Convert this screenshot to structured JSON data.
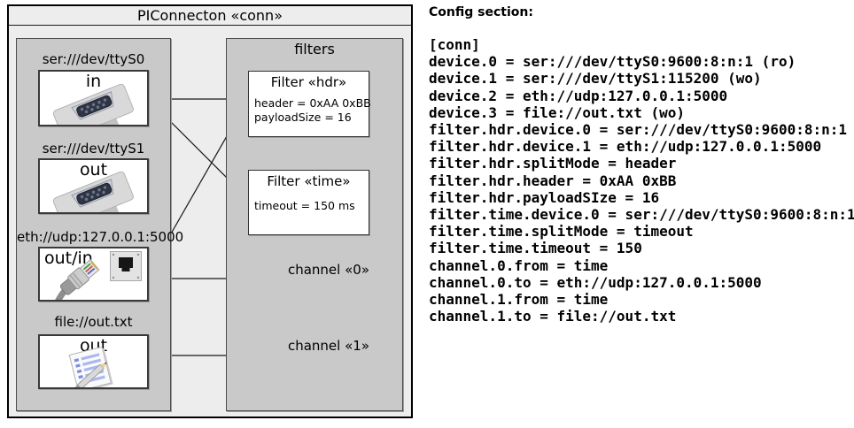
{
  "diagram": {
    "title": "PIConnecton «conn»",
    "devices": [
      {
        "label": "ser:///dev/ttyS0",
        "port": "in",
        "icon": "serial-connector"
      },
      {
        "label": "ser:///dev/ttyS1",
        "port": "out",
        "icon": "serial-connector"
      },
      {
        "label": "eth://udp:127.0.0.1:5000",
        "port": "out/in",
        "icon": "ethernet-connector"
      },
      {
        "label": "file://out.txt",
        "port": "out",
        "icon": "notepad"
      }
    ],
    "filters_panel": {
      "title": "filters",
      "filters": [
        {
          "title": "Filter «hdr»",
          "properties": [
            "header = 0xAA 0xBB",
            "payloadSize = 16"
          ]
        },
        {
          "title": "Filter «time»",
          "properties": [
            "timeout = 150 ms"
          ]
        }
      ]
    },
    "channels": [
      {
        "label": "channel «0»"
      },
      {
        "label": "channel «1»"
      }
    ]
  },
  "config": {
    "heading": "Config section:",
    "lines": [
      "[conn]",
      "device.0 = ser:///dev/ttyS0:9600:8:n:1 (ro)",
      "device.1 = ser:///dev/ttyS1:115200 (wo)",
      "device.2 = eth://udp:127.0.0.1:5000",
      "device.3 = file://out.txt (wo)",
      "filter.hdr.device.0 = ser:///dev/ttyS0:9600:8:n:1",
      "filter.hdr.device.1 = eth://udp:127.0.0.1:5000",
      "filter.hdr.splitMode = header",
      "filter.hdr.header = 0xAA 0xBB",
      "filter.hdr.payloadSIze = 16",
      "filter.time.device.0 = ser:///dev/ttyS0:9600:8:n:1",
      "filter.time.splitMode = timeout",
      "filter.time.timeout = 150",
      "channel.0.from = time",
      "channel.0.to = eth://udp:127.0.0.1:5000",
      "channel.1.from = time",
      "channel.1.to = file://out.txt"
    ]
  },
  "colors": {
    "outer_fill": "#ededed",
    "panel_fill": "#c9c9c9",
    "box_fill": "#ffffff",
    "line": "#1a1a1a"
  }
}
